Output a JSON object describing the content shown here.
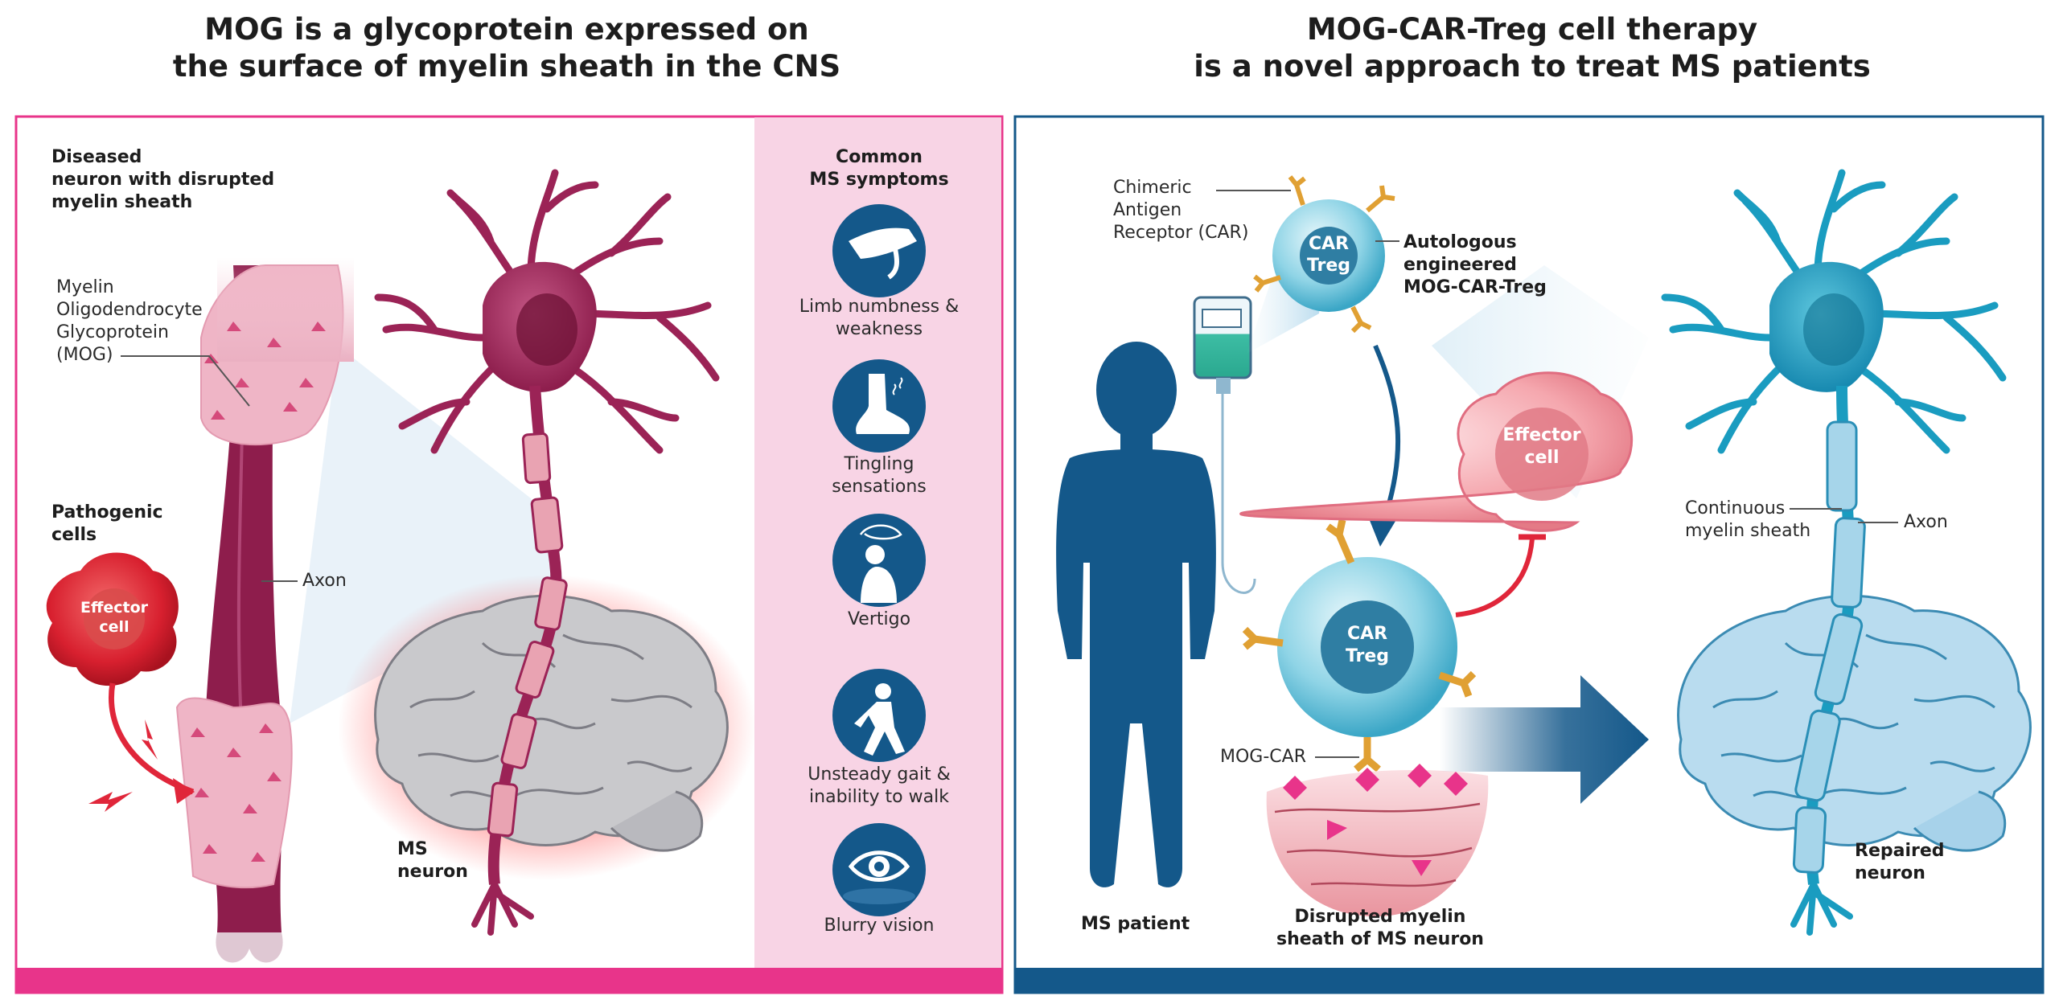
{
  "colors": {
    "left_accent": "#e8348a",
    "left_symptom_bg": "#f8d4e5",
    "right_accent": "#14588a",
    "neuron_ms": "#9b2356",
    "neuron_repaired": "#1a9cc0",
    "icon_circle": "#14588a",
    "effector_red": "#e0263a"
  },
  "left": {
    "title": [
      "MOG is a glycoprotein expressed on",
      "the surface of myelin sheath in the CNS"
    ],
    "diseased_label": [
      "Diseased",
      "neuron with disrupted",
      "myelin sheath"
    ],
    "mog_label": [
      "Myelin",
      "Oligodendrocyte",
      "Glycoprotein",
      "(MOG)"
    ],
    "pathogenic_label": [
      "Pathogenic",
      "cells"
    ],
    "axon_label": "Axon",
    "effector_label": [
      "Effector",
      "cell"
    ],
    "ms_neuron_label": [
      "MS",
      "neuron"
    ],
    "symptoms": {
      "title": [
        "Common",
        "MS symptoms"
      ],
      "items": [
        {
          "icon": "limb-icon",
          "label": [
            "Limb numbness &",
            "weakness"
          ]
        },
        {
          "icon": "foot-icon",
          "label": [
            "Tingling",
            "sensations"
          ]
        },
        {
          "icon": "vertigo-icon",
          "label": [
            "Vertigo"
          ]
        },
        {
          "icon": "walking-icon",
          "label": [
            "Unsteady gait &",
            "inability to walk"
          ]
        },
        {
          "icon": "eye-icon",
          "label": [
            "Blurry vision"
          ]
        }
      ]
    }
  },
  "right": {
    "title": [
      "MOG-CAR-Treg cell therapy",
      "is a novel approach to treat MS patients"
    ],
    "car_label": [
      "Chimeric",
      "Antigen",
      "Receptor (CAR)"
    ],
    "treg_label": [
      "Autologous",
      "engineered",
      "MOG-CAR-Treg"
    ],
    "car_treg_text": [
      "CAR",
      "Treg"
    ],
    "effector_label": [
      "Effector",
      "cell"
    ],
    "mog_car_label": "MOG-CAR",
    "patient_label": "MS patient",
    "disrupted_label": [
      "Disrupted myelin",
      "sheath of MS neuron"
    ],
    "continuous_label": [
      "Continuous",
      "myelin sheath"
    ],
    "axon_label": "Axon",
    "repaired_label": [
      "Repaired",
      "neuron"
    ]
  }
}
